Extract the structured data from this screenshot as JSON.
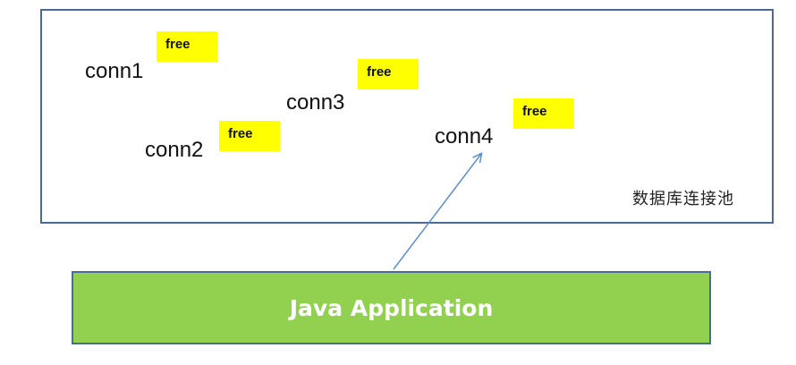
{
  "pool": {
    "label": "数据库连接池",
    "connections": [
      {
        "name": "conn1",
        "status": "free"
      },
      {
        "name": "conn2",
        "status": "free"
      },
      {
        "name": "conn3",
        "status": "free"
      },
      {
        "name": "conn4",
        "status": "free"
      }
    ]
  },
  "application": {
    "label": "Java Application"
  },
  "colors": {
    "border": "#4a6a99",
    "free_tag": "#ffff00",
    "app_fill": "#92d050",
    "arrow": "#5b8fd0"
  }
}
